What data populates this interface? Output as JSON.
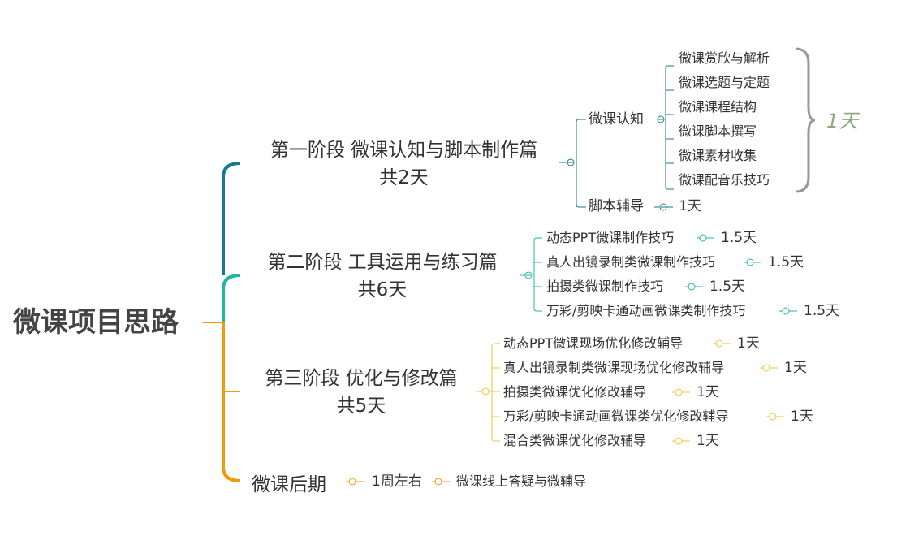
{
  "root": "微课项目思路",
  "colors": {
    "teal_dark": "#1a7a86",
    "teal": "#21b6a4",
    "orange": "#f39a0c",
    "yellow": "#f2c23b",
    "brace": "#999999",
    "accent_green": "#8fa97f"
  },
  "stages": [
    {
      "title": "第一阶段 微课认知与脚本制作篇",
      "duration": "共2天",
      "branches": [
        {
          "label": "微课认知",
          "items": [
            "微课赏欣与解析",
            "微课选题与定题",
            "微课课程结构",
            "微课脚本撰写",
            "微课素材收集",
            "微课配音乐技巧"
          ],
          "summary": "1天"
        },
        {
          "label": "脚本辅导",
          "value": "1天"
        }
      ]
    },
    {
      "title": "第二阶段 工具运用与练习篇",
      "duration": "共6天",
      "items": [
        {
          "label": "动态PPT微课制作技巧",
          "value": "1.5天"
        },
        {
          "label": "真人出镜录制类微课制作技巧",
          "value": "1.5天"
        },
        {
          "label": "拍摄类微课制作技巧",
          "value": "1.5天"
        },
        {
          "label": "万彩/剪映卡通动画微课类制作技巧",
          "value": "1.5天"
        }
      ]
    },
    {
      "title": "第三阶段 优化与修改篇",
      "duration": "共5天",
      "items": [
        {
          "label": "动态PPT微课现场优化修改辅导",
          "value": "1天"
        },
        {
          "label": "真人出镜录制类微课现场优化修改辅导",
          "value": "1天"
        },
        {
          "label": "拍摄类微课优化修改辅导",
          "value": "1天"
        },
        {
          "label": "万彩/剪映卡通动画微课类优化修改辅导",
          "value": "1天"
        },
        {
          "label": "混合类微课优化修改辅导",
          "value": "1天"
        }
      ]
    },
    {
      "title": "微课后期",
      "chain": [
        "1周左右",
        "微课线上答疑与微辅导"
      ]
    }
  ]
}
